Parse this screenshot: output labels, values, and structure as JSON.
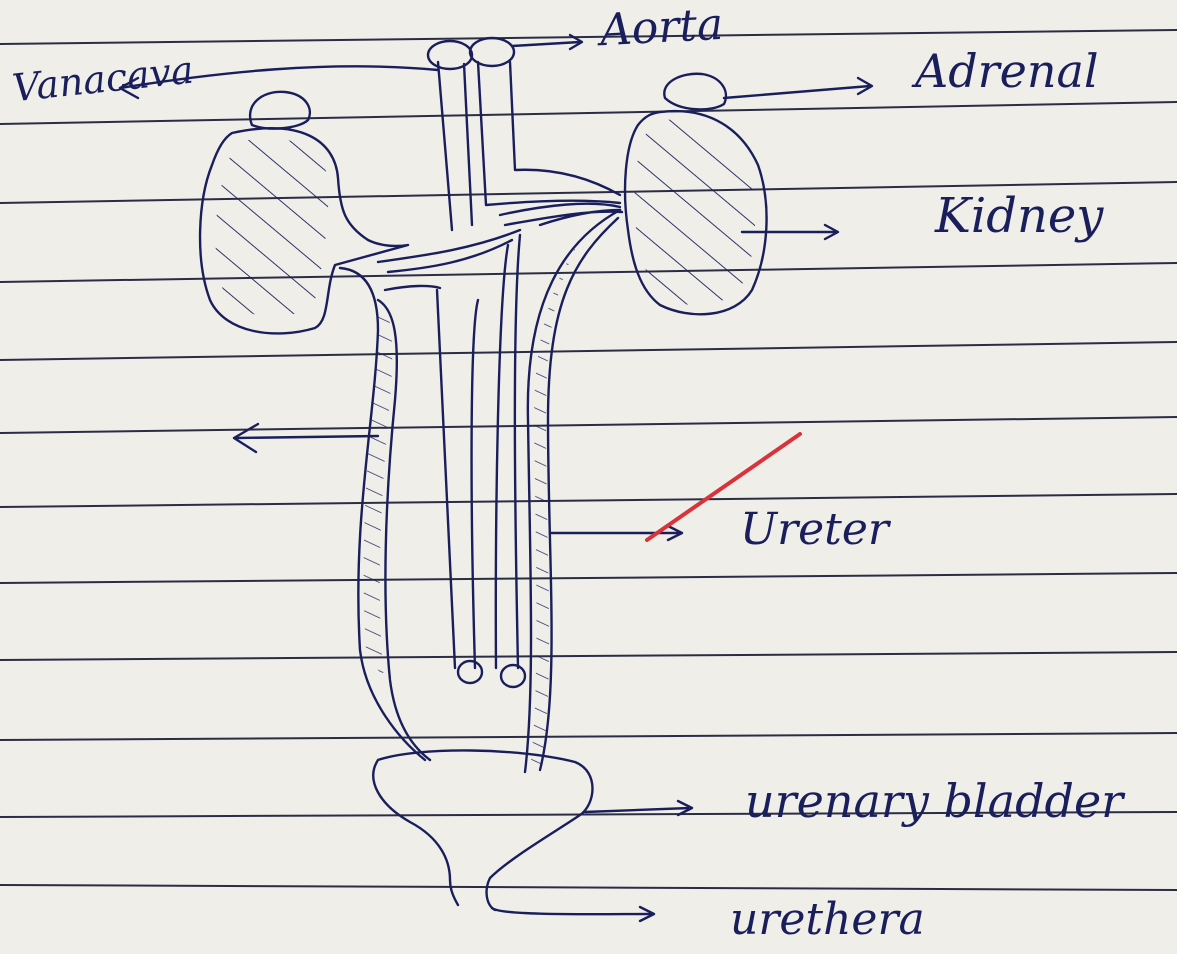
{
  "labels": {
    "vena_cava": "Vanacava",
    "aorta": "Aorta",
    "adrenal": "Adrenal",
    "kidney": "Kidney",
    "ureter": "Ureter",
    "bladder": "urenary bladder",
    "urethra": "urethera"
  },
  "colors": {
    "paper": "#efeee9",
    "rule_line": "#2b2d45",
    "ink": "#1a1f5c",
    "correction_mark": "#d8333b"
  }
}
